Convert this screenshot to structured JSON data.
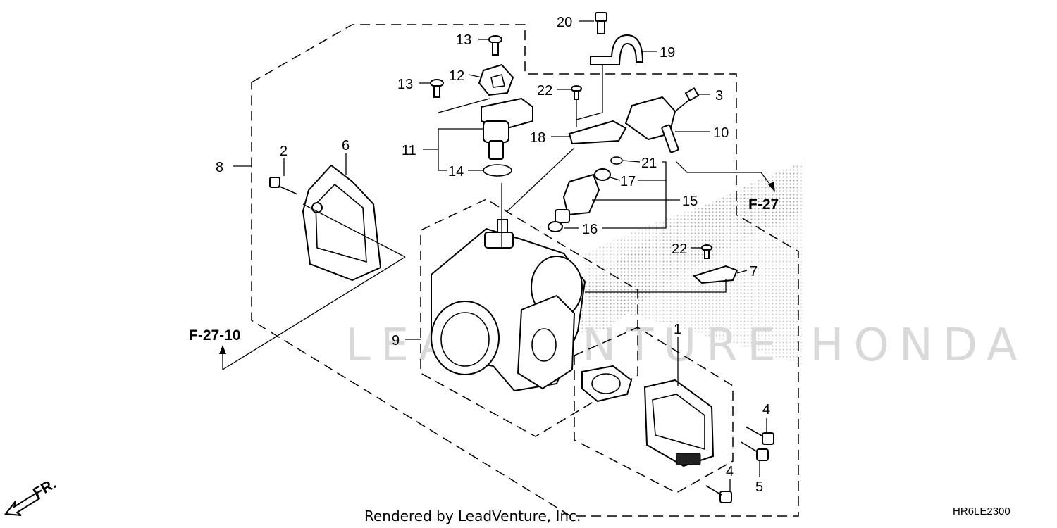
{
  "diagram": {
    "callouts": {
      "c1": "1",
      "c2": "2",
      "c3": "3",
      "c4a": "4",
      "c4b": "4",
      "c5": "5",
      "c6": "6",
      "c7": "7",
      "c8": "8",
      "c9": "9",
      "c10": "10",
      "c11": "11",
      "c12": "12",
      "c13a": "13",
      "c13b": "13",
      "c14": "14",
      "c15": "15",
      "c16": "16",
      "c17": "17",
      "c18": "18",
      "c19": "19",
      "c20": "20",
      "c21": "21",
      "c22a": "22",
      "c22b": "22"
    },
    "refs": {
      "f27": "F-27",
      "f2710": "F-27-10"
    },
    "front_marker": "FR.",
    "watermark": "LEADVENTURE HONDA",
    "footer": "Rendered by LeadVenture, Inc.",
    "diagram_code": "HR6LE2300"
  }
}
